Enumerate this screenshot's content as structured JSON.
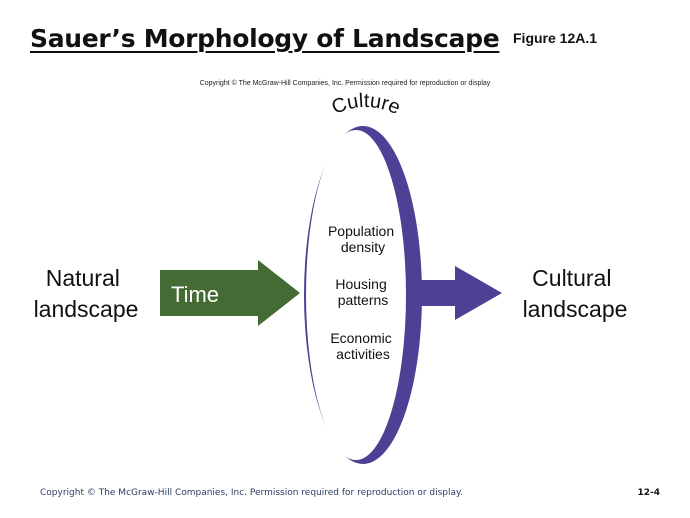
{
  "title": "Sauer’s Morphology of Landscape",
  "figure_label": "Figure 12A.1",
  "copyright_top": "Copyright © The McGraw-Hill Companies, Inc. Permission required for reproduction or display",
  "diagram": {
    "culture_label": "Culture",
    "time_label": "Time",
    "natural_landscape": [
      "Natural",
      "landscape"
    ],
    "cultural_landscape": [
      "Cultural",
      "landscape"
    ],
    "factors": [
      [
        "Population",
        "density"
      ],
      [
        "Housing",
        "patterns"
      ],
      [
        "Economic",
        "activities"
      ]
    ]
  },
  "colors": {
    "time_arrow": "#456b35",
    "culture_ellipse": "#4f3f95",
    "footer_text": "#2a3d66"
  },
  "footer": {
    "copyright": "Copyright © The McGraw-Hill Companies, Inc. Permission required for reproduction or display.",
    "page_number": "12-4"
  }
}
